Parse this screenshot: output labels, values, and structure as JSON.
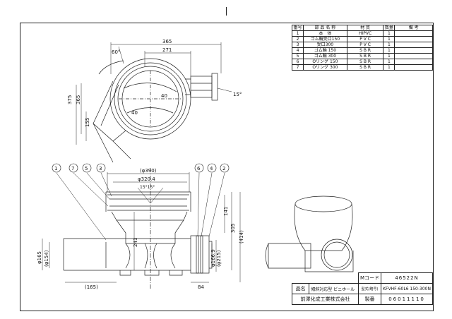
{
  "parts_table": {
    "headers": [
      "番号",
      "部 品 名 称",
      "材 質",
      "数量",
      "備 考"
    ],
    "rows": [
      [
        "1",
        "本　体",
        "HIPVC",
        "1",
        ""
      ],
      [
        "2",
        "ゴム輪受口150",
        "P V C",
        "1",
        ""
      ],
      [
        "3",
        "受口300",
        "P V C",
        "1",
        ""
      ],
      [
        "4",
        "ゴム輪 150",
        "S B R",
        "1",
        ""
      ],
      [
        "5",
        "ゴム輪 300",
        "S B R",
        "1",
        ""
      ],
      [
        "6",
        "Oリング 150",
        "S B R",
        "1",
        ""
      ],
      [
        "7",
        "Oリング 300",
        "S B R",
        "1",
        ""
      ]
    ]
  },
  "top_view": {
    "dims": [
      "365",
      "271",
      "60°",
      "375",
      "365",
      "155",
      "40",
      "40",
      "15°"
    ]
  },
  "front_view": {
    "callouts": [
      "1",
      "7",
      "5",
      "3",
      "6",
      "4",
      "2"
    ],
    "dims": [
      "(φ390)",
      "φ320.4",
      "15°15°",
      "141",
      "305",
      "(414)",
      "241",
      "φ165",
      "(φ154)",
      "φ166.9",
      "(φ215)",
      "(165)",
      "84"
    ]
  },
  "title_block": {
    "code_label": "Mコード",
    "code_value": "46522N",
    "name_label": "品名",
    "name_value": "傾斜対応型 ビニホール",
    "model_label": "型式(略号)",
    "model_value": "KFVHF-60L6 150-300N",
    "company": "前澤化成工業株式会社",
    "number_label": "製番",
    "number_value": "06011110"
  }
}
